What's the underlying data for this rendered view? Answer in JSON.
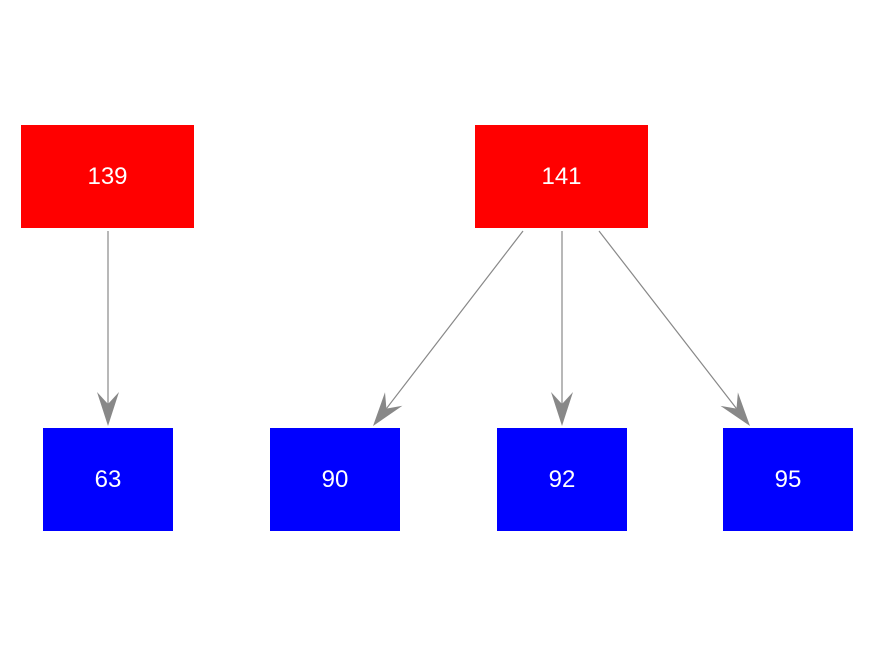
{
  "colors": {
    "parent_fill": "#ff0000",
    "child_fill": "#0000ff",
    "label_text": "#ffffff",
    "edge": "#888888"
  },
  "nodes": {
    "n139": {
      "label": "139",
      "role": "parent"
    },
    "n141": {
      "label": "141",
      "role": "parent"
    },
    "n63": {
      "label": "63",
      "role": "child"
    },
    "n90": {
      "label": "90",
      "role": "child"
    },
    "n92": {
      "label": "92",
      "role": "child"
    },
    "n95": {
      "label": "95",
      "role": "child"
    }
  },
  "edges": [
    {
      "from": "n139",
      "to": "n63"
    },
    {
      "from": "n141",
      "to": "n90"
    },
    {
      "from": "n141",
      "to": "n92"
    },
    {
      "from": "n141",
      "to": "n95"
    }
  ]
}
